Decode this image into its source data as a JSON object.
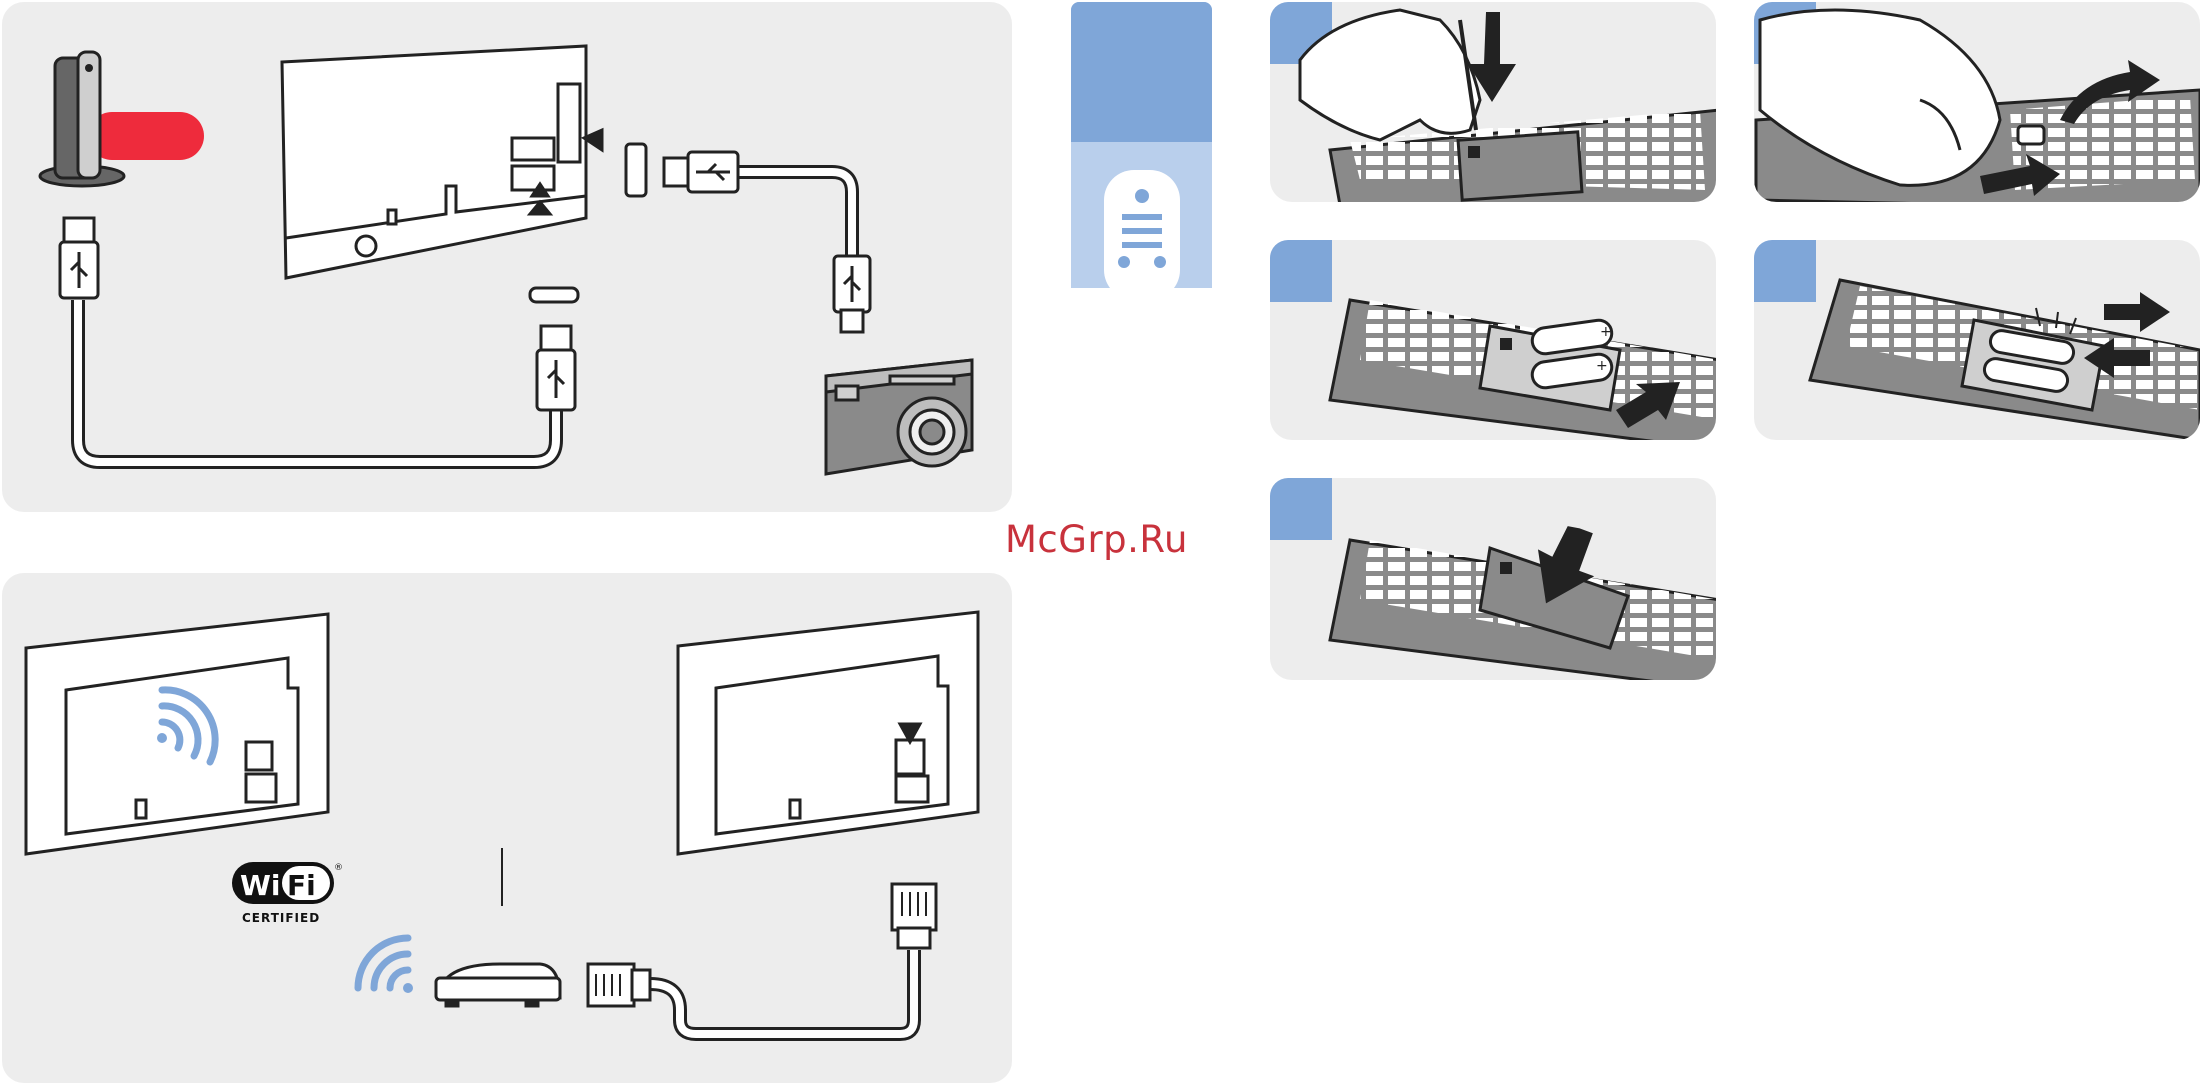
{
  "watermark": "McGrp.Ru",
  "wifi_logo": {
    "text_wi": "Wi",
    "text_fi": "Fi",
    "registered": "®",
    "certified": "CERTIFIED"
  },
  "colors": {
    "panel": "#ededed",
    "accent_blue": "#7fa6d8",
    "red": "#ee2b3c",
    "line": "#222222",
    "wifi_blue": "#7fa6d8"
  },
  "steps": [
    {
      "icon": "remote-open-cover-icon"
    },
    {
      "icon": "remote-slide-cover-icon"
    },
    {
      "icon": "remote-insert-batteries-icon"
    },
    {
      "icon": "remote-battery-polarity-icon"
    },
    {
      "icon": "remote-close-cover-icon"
    }
  ],
  "sections": [
    {
      "name": "usb-connection",
      "icons": [
        "usb-drive-icon",
        "tv-back-icon",
        "usb-cable-icon",
        "camera-icon"
      ]
    },
    {
      "name": "network-connection",
      "icons": [
        "tv-wifi-icon",
        "wifi-certified-icon",
        "router-icon",
        "ethernet-cable-icon"
      ]
    },
    {
      "name": "remote-control",
      "icons": [
        "remote-control-icon"
      ]
    }
  ]
}
